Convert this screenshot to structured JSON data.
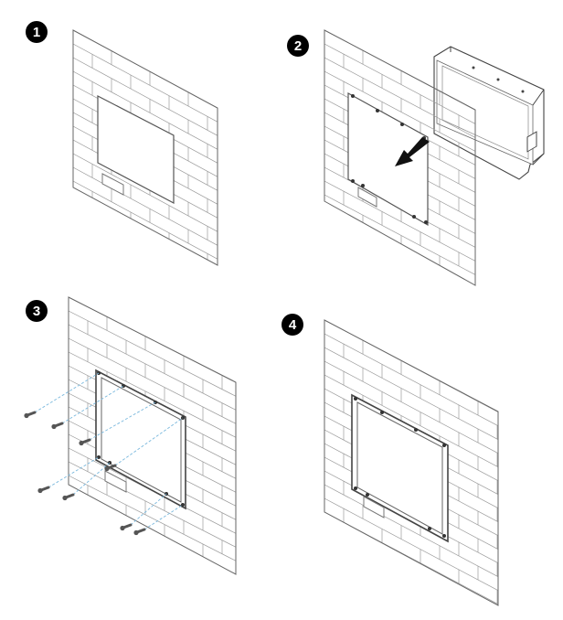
{
  "steps": [
    {
      "number": "1"
    },
    {
      "number": "2"
    },
    {
      "number": "3"
    },
    {
      "number": "4"
    }
  ],
  "colors": {
    "line": "#666666",
    "brick": "#9a9a9a",
    "callout": "#79b8dd",
    "screw": "#555555"
  },
  "icons": [
    "arrow-icon",
    "screw-icon",
    "monitor-icon"
  ]
}
